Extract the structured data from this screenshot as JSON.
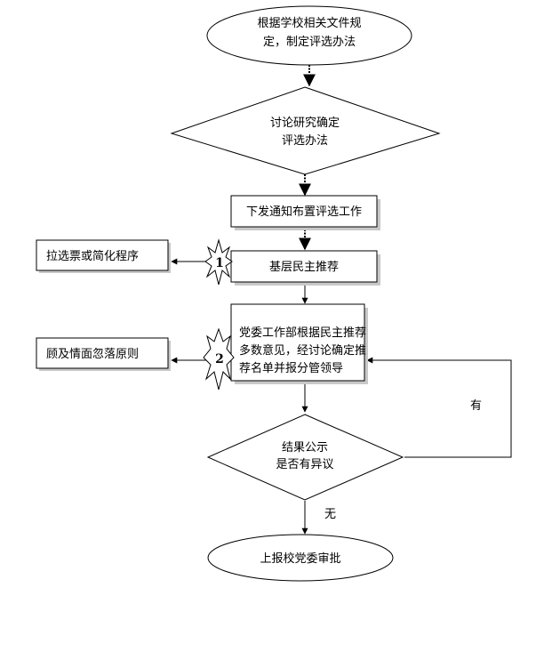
{
  "flowchart": {
    "start": {
      "lines": [
        "根据学校相关文件规",
        "定，制定评选办法"
      ]
    },
    "discuss": {
      "lines": [
        "讨论研究确定",
        "评选办法"
      ]
    },
    "notify": {
      "text": "下发通知布置评选工作"
    },
    "recommend": {
      "text": "基层民主推荐"
    },
    "party": {
      "lines": [
        "党委工作部根据民主推荐",
        "多数意见，经讨论确定推",
        "荐名单并报分管领导"
      ]
    },
    "publicity": {
      "lines": [
        "结果公示",
        "是否有异议"
      ]
    },
    "approve": {
      "text": "上报校党委审批"
    },
    "risk1": {
      "text": "拉选票或简化程序",
      "badge": "1"
    },
    "risk2": {
      "text": "顾及情面忽落原则",
      "badge": "2"
    },
    "label_yes": "有",
    "label_no": "无"
  }
}
